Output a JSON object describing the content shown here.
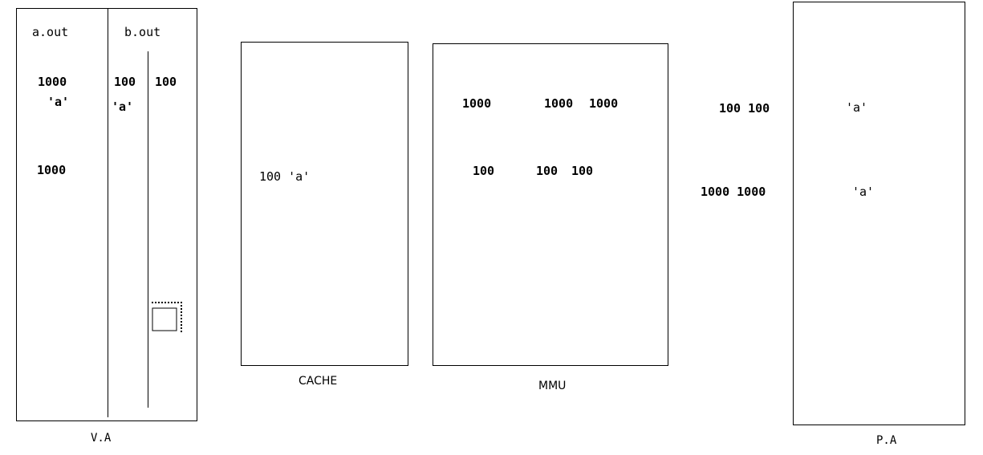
{
  "va": {
    "caption": "V.A",
    "col_a_header": "a.out",
    "col_b_header": "b.out",
    "a_addr1": "1000",
    "a_val1": "'a'",
    "a_addr2": "1000",
    "b_addr_left": "100",
    "b_val_left": "'a'",
    "b_addr_right": "100"
  },
  "cache": {
    "caption": "CACHE",
    "entry": "100 'a'"
  },
  "mmu": {
    "caption": "MMU",
    "row1_left": "1000",
    "row1_right_a": "1000",
    "row1_right_b": "1000",
    "row2_left": "100",
    "row2_right_a": "100",
    "row2_right_b": "100"
  },
  "pa": {
    "caption": "P.A",
    "label1": "100 100",
    "val1": "'a'",
    "label2": "1000 1000",
    "val2": "'a'"
  },
  "icons": {
    "selection_icon": "dotted-selection-icon"
  }
}
